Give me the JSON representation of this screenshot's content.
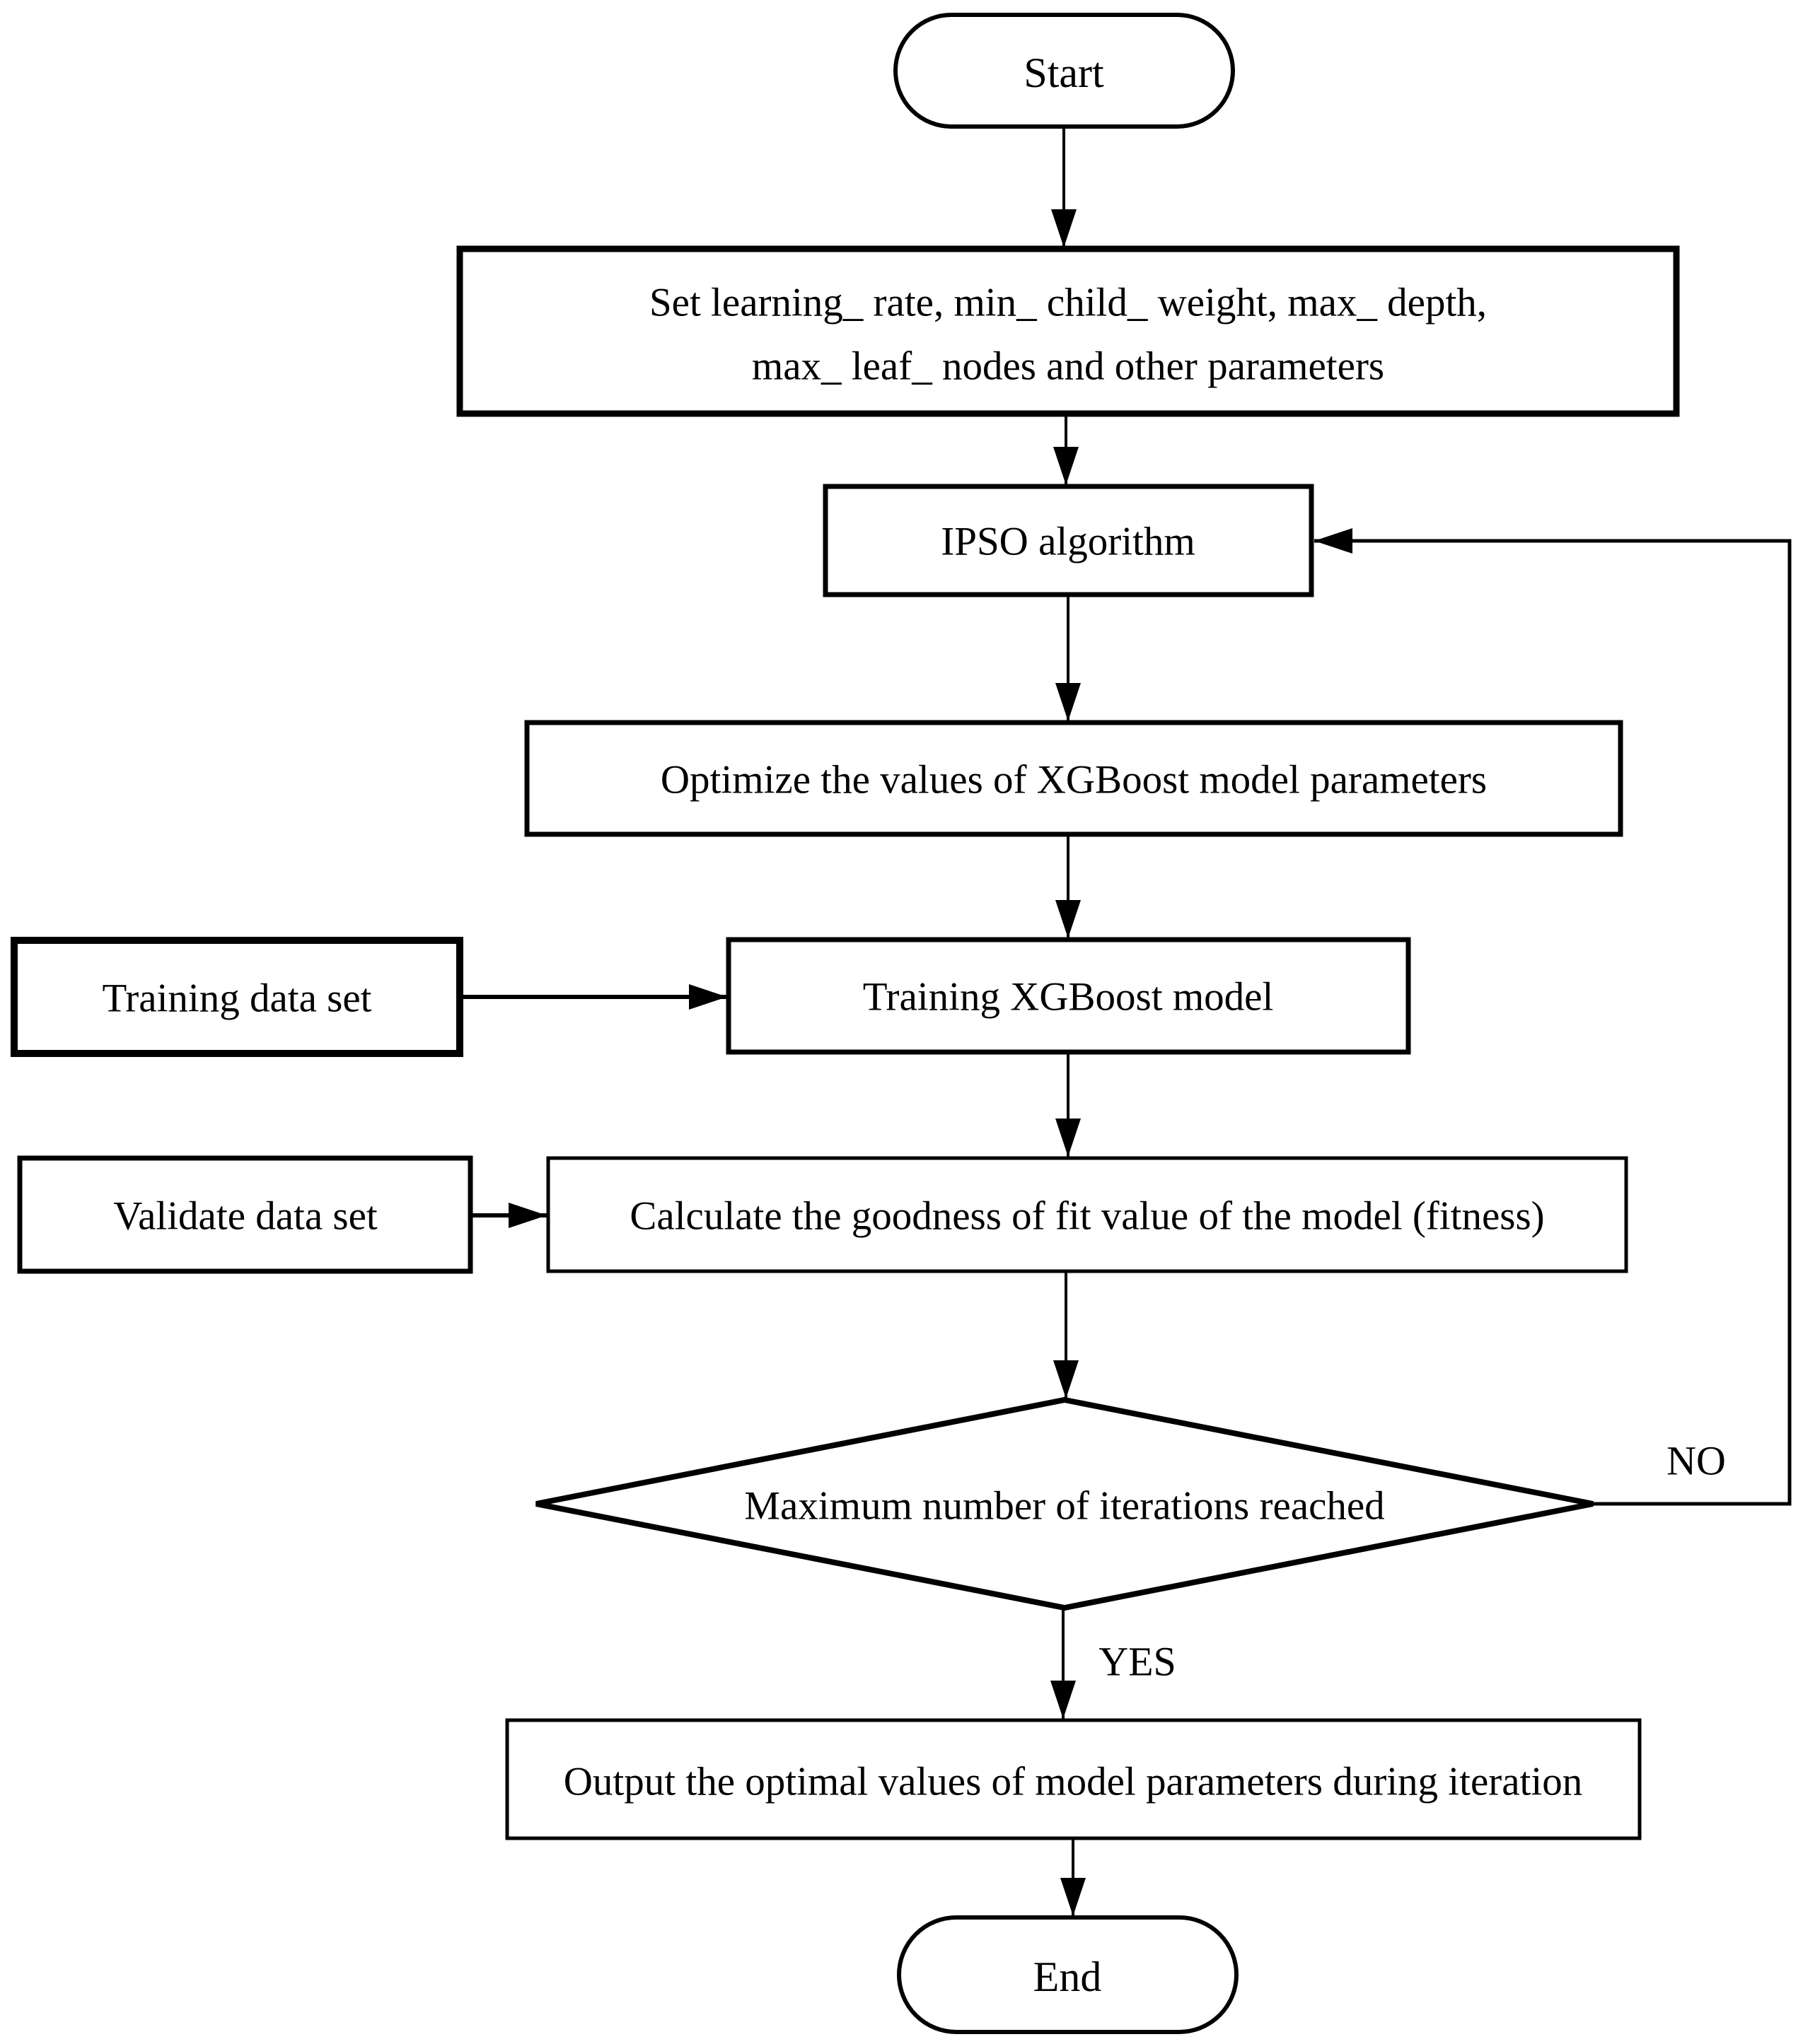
{
  "nodes": {
    "start": {
      "label": "Start"
    },
    "set_params": {
      "lines": [
        "Set learning_ rate, min_ child_ weight, max_ depth,",
        "max_ leaf_ nodes and other parameters"
      ]
    },
    "ipso": {
      "label": "IPSO algorithm"
    },
    "optimize": {
      "label": "Optimize the values of XGBoost model parameters"
    },
    "training_data": {
      "label": "Training data set"
    },
    "train_model": {
      "label": "Training XGBoost model"
    },
    "validate_data": {
      "label": "Validate data set"
    },
    "fitness": {
      "label": "Calculate the goodness of fit value of the model (fitness)"
    },
    "decision": {
      "label": "Maximum number of iterations reached"
    },
    "output": {
      "label": "Output the optimal values of model parameters during iteration"
    },
    "end": {
      "label": "End"
    }
  },
  "edge_labels": {
    "no": "NO",
    "yes": "YES"
  },
  "colors": {
    "line": "#000000",
    "background": "#ffffff",
    "node_fill": "#ffffff"
  }
}
